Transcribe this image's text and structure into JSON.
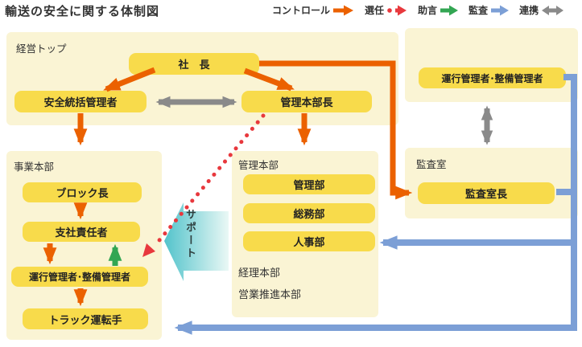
{
  "title": "輸送の安全に関する体制図",
  "legend": [
    {
      "label": "コントロール",
      "type": "control"
    },
    {
      "label": "選任",
      "type": "appoint"
    },
    {
      "label": "助言",
      "type": "advice"
    },
    {
      "label": "監査",
      "type": "audit"
    },
    {
      "label": "連携",
      "type": "link"
    }
  ],
  "colors": {
    "control": "#EB6100",
    "appoint": "#E8383D",
    "advice": "#33A653",
    "audit": "#7C9FD6",
    "link": "#8A8A8A",
    "panel_bg": "#FAF4D4",
    "box_bg": "#F8DB4B",
    "support_teal": "#52C3CB",
    "support_fade": "#EAF8F5",
    "title_text": "#333333"
  },
  "panels": {
    "keiei": {
      "label": "経営トップ"
    },
    "jigyo": {
      "label": "事業本部"
    },
    "kanri": {
      "label": "管理本部"
    },
    "kansa": {
      "label": "監査室"
    }
  },
  "boxes": {
    "president": "社　長",
    "safety_manager": "安全統括管理者",
    "admin_hq_director": "管理本部長",
    "op_maint_manager_hq": "運行管理者･整備管理者",
    "audit_chief": "監査室長",
    "block_chief": "ブロック長",
    "branch_manager": "支社責任者",
    "op_maint_manager_field": "運行管理者･整備管理者",
    "truck_driver": "トラック運転手",
    "kanri_dept": "管理部",
    "soumu_dept": "総務部",
    "jinji_dept": "人事部"
  },
  "texts": {
    "keiri_hq": "経理本部",
    "eigyo_hq": "営業推進本部",
    "support": "サポート"
  }
}
